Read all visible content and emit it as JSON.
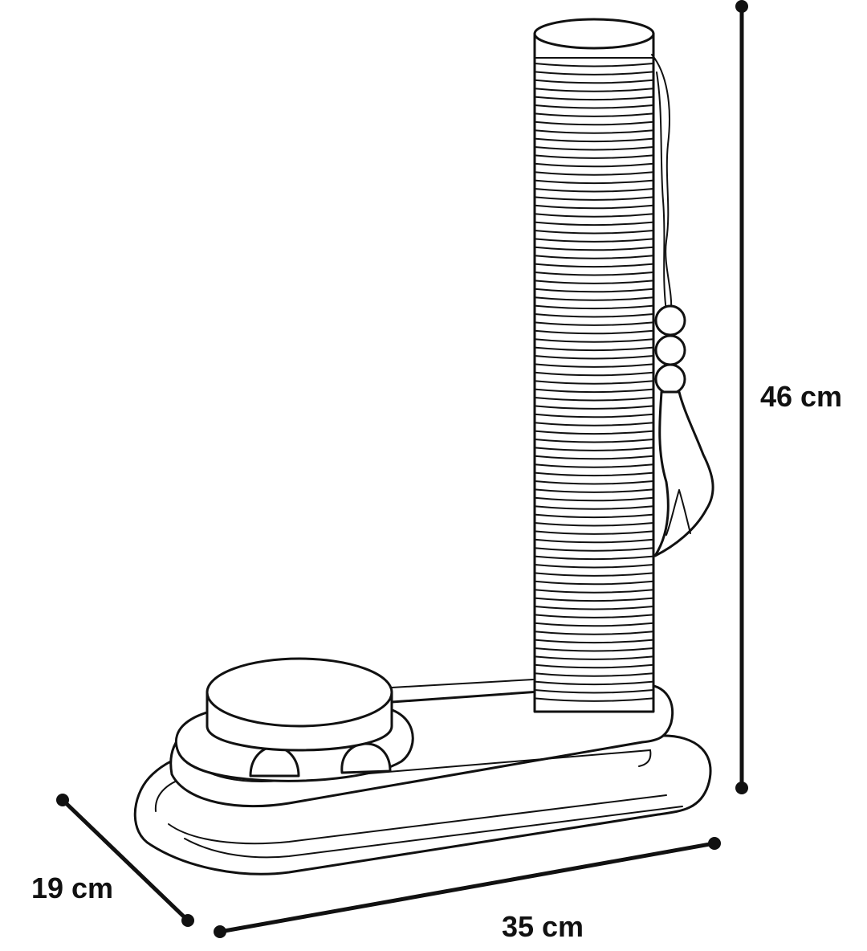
{
  "dimensions": {
    "height": {
      "label": "46 cm"
    },
    "depth": {
      "label": "19 cm"
    },
    "width": {
      "label": "35 cm"
    }
  },
  "colors": {
    "line": "#111111",
    "background": "#ffffff"
  }
}
